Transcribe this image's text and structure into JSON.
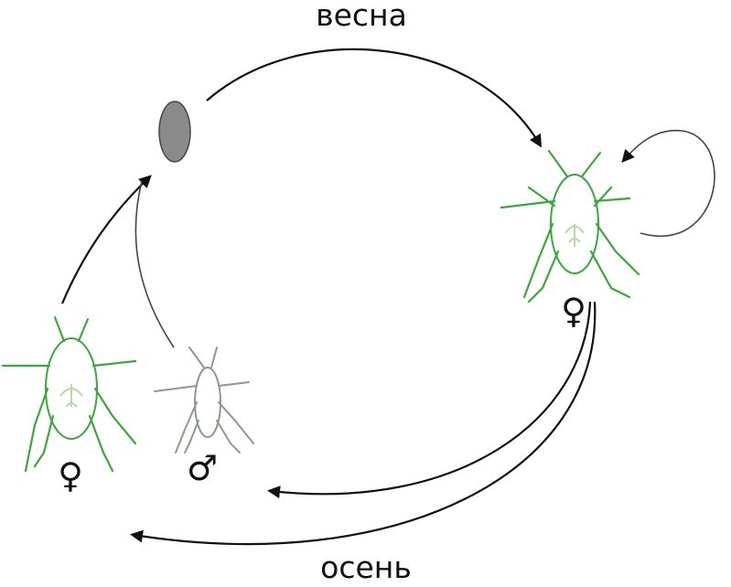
{
  "labels": {
    "spring": "весна",
    "autumn": "осень"
  },
  "symbols": {
    "female": "♀",
    "male": "♂"
  },
  "nodes": [
    {
      "id": "egg",
      "kind": "egg"
    },
    {
      "id": "summer-female",
      "kind": "aphid-female"
    },
    {
      "id": "autumn-female",
      "kind": "aphid-female"
    },
    {
      "id": "autumn-male",
      "kind": "aphid-male"
    }
  ],
  "colors": {
    "aphid": "#3aa83a",
    "male_aphid": "#8c998c",
    "egg": "#8a8a8a",
    "arrow": "#111111"
  }
}
